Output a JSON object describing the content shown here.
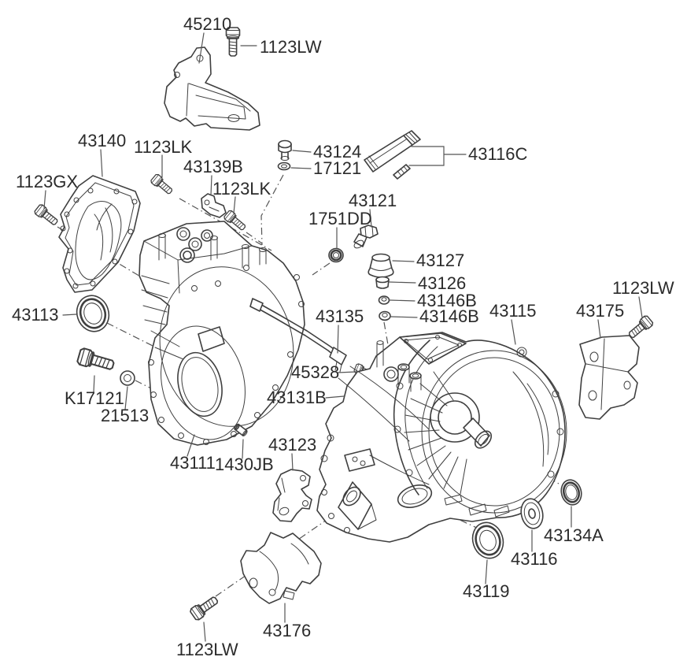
{
  "diagram": {
    "description_colors": {
      "background": "#ffffff",
      "line": "#3f3f3f",
      "text": "#2b2b2b"
    },
    "labels": {
      "p45210": "45210",
      "p1123lw_top": "1123LW",
      "p43140": "43140",
      "p1123lk_upper": "1123LK",
      "p43139b": "43139B",
      "p1123gx": "1123GX",
      "p1123lk_lower": "1123LK",
      "p43124": "43124",
      "p17121": "17121",
      "p43116c": "43116C",
      "p43121": "43121",
      "p1751dd": "1751DD",
      "p43127": "43127",
      "p43126": "43126",
      "p43146b_upper": "43146B",
      "p43146b_lower": "43146B",
      "p43115": "43115",
      "p43175": "43175",
      "p1123lw_right": "1123LW",
      "p43113": "43113",
      "p43135": "43135",
      "p45328": "45328",
      "p43131b": "43131B",
      "pk17121": "K17121",
      "p21513": "21513",
      "p43111": "43111",
      "p1430jb": "1430JB",
      "p43123": "43123",
      "p43134a": "43134A",
      "p43116": "43116",
      "p43119": "43119",
      "p43176": "43176",
      "p1123lw_bottom": "1123LW"
    }
  }
}
